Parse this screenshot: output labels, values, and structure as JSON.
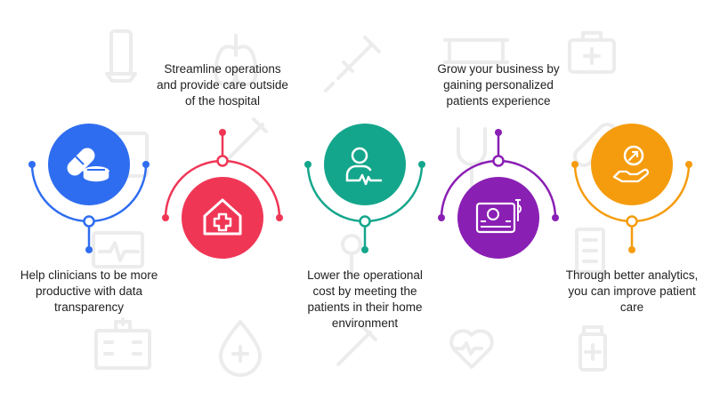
{
  "steps": [
    {
      "lines": [
        "Help clinicians to be more",
        "productive with data",
        "transparency"
      ],
      "color": "#2f6df0",
      "icon": "pills-icon",
      "orientation": "up"
    },
    {
      "lines": [
        "Streamline operations",
        "and provide care outside",
        "of the hospital"
      ],
      "color": "#f03655",
      "icon": "hospital-home-icon",
      "orientation": "down"
    },
    {
      "lines": [
        "Lower the operational",
        "cost by meeting the",
        "patients in their home",
        "environment"
      ],
      "color": "#14a68c",
      "icon": "patient-monitor-icon",
      "orientation": "up"
    },
    {
      "lines": [
        "Grow your business by",
        "gaining personalized",
        "patients experience"
      ],
      "color": "#8a1fb4",
      "icon": "patient-bed-icon",
      "orientation": "down"
    },
    {
      "lines": [
        "Through better analytics,",
        "you can improve patient",
        "care"
      ],
      "color": "#f59c0e",
      "icon": "hand-care-icon",
      "orientation": "up"
    }
  ],
  "background_icon_color": "#ededed"
}
